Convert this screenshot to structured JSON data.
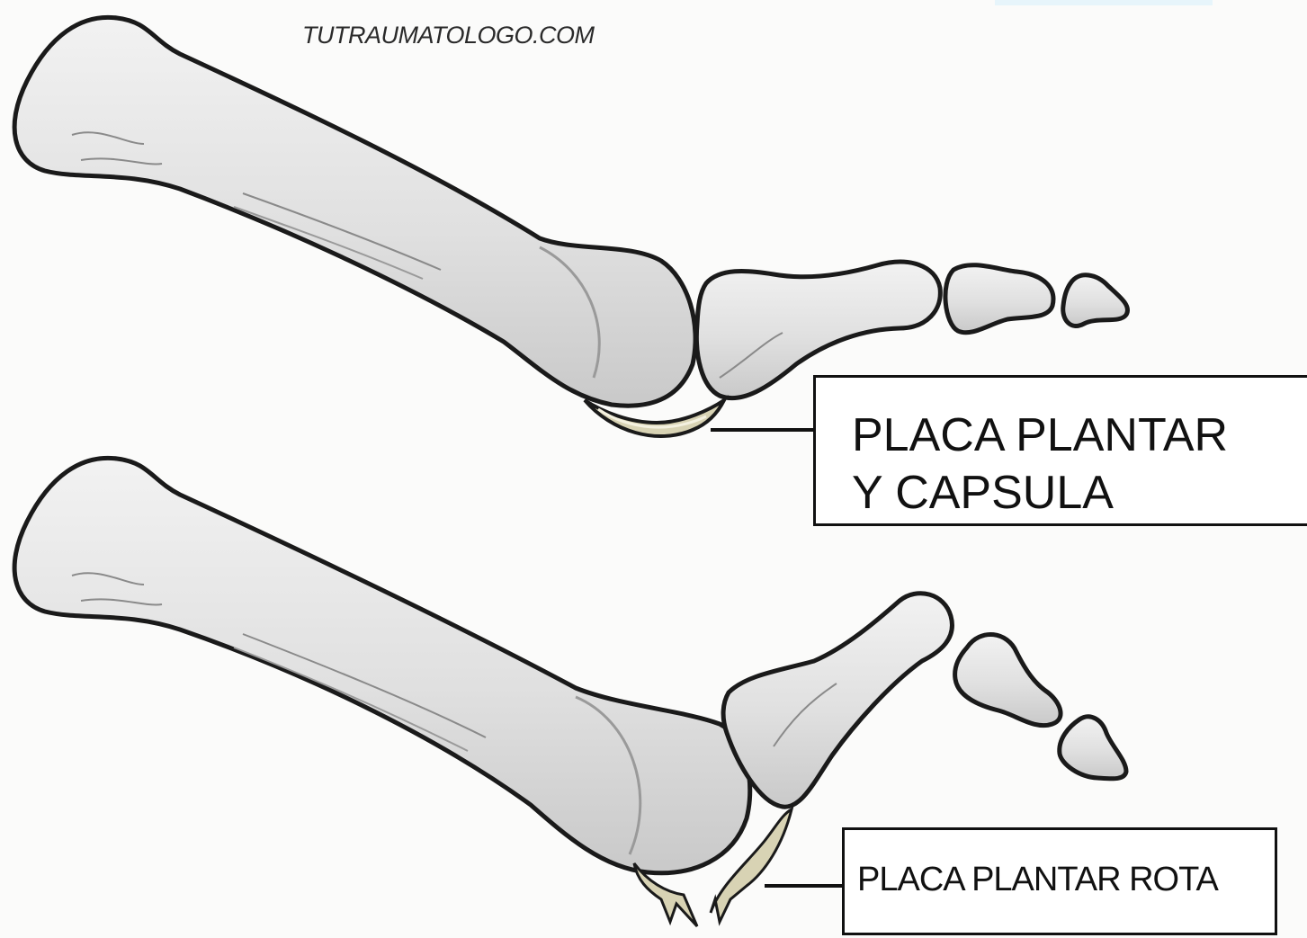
{
  "watermark": "TUTRAUMATOLOGO.COM",
  "labels": {
    "top": {
      "line1": "PLACA PLANTAR",
      "line2": "Y CAPSULA"
    },
    "bottom": {
      "line1": "PLACA PLANTAR ROTA"
    }
  },
  "colors": {
    "background": "#fbfbfa",
    "bone_fill": "#e2e2e2",
    "bone_outline": "#1a1a1a",
    "ligament": "#d8d3b4",
    "leader_line": "#111111",
    "corner_tab": "#e7f5fb"
  }
}
